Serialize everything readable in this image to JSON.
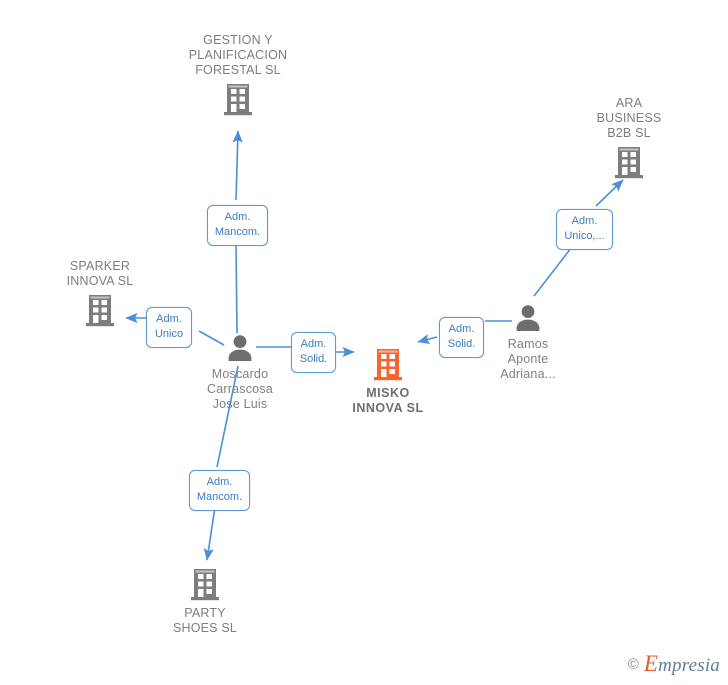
{
  "diagram": {
    "title": "MISKO INNOVA SL - corporate relations network",
    "colors": {
      "company_icon": "#7d7d7d",
      "focus_company_icon": "#f9642f",
      "person_icon": "#6e6e6e",
      "edge": "#4a8fd8",
      "chip_border": "#5a9bd5",
      "chip_text": "#3a7cc0",
      "label_text": "#808080"
    },
    "nodes": [
      {
        "id": "gestion",
        "kind": "company",
        "label": "GESTION Y\nPLANIFICACION\nFORESTAL SL",
        "icon": "building-icon",
        "focus": false,
        "label_position": "top"
      },
      {
        "id": "ara",
        "kind": "company",
        "label": "ARA\nBUSINESS\nB2B  SL",
        "icon": "building-icon",
        "focus": false,
        "label_position": "top"
      },
      {
        "id": "sparker",
        "kind": "company",
        "label": "SPARKER\nINNOVA SL",
        "icon": "building-icon",
        "focus": false,
        "label_position": "top"
      },
      {
        "id": "misko",
        "kind": "company",
        "label": "MISKO\nINNOVA  SL",
        "icon": "building-icon",
        "focus": true,
        "label_position": "bottom"
      },
      {
        "id": "party",
        "kind": "company",
        "label": "PARTY\nSHOES SL",
        "icon": "building-icon",
        "focus": false,
        "label_position": "bottom"
      },
      {
        "id": "moscardo",
        "kind": "person",
        "label": "Moscardo\nCarrascosa\nJose Luis",
        "icon": "person-icon",
        "focus": false,
        "label_position": "bottom"
      },
      {
        "id": "ramos",
        "kind": "person",
        "label": "Ramos\nAponte\nAdriana...",
        "icon": "person-icon",
        "focus": false,
        "label_position": "bottom"
      }
    ],
    "edges": [
      {
        "id": "e1",
        "from": "moscardo",
        "to": "gestion",
        "chip": "Adm.\nMancom."
      },
      {
        "id": "e2",
        "from": "moscardo",
        "to": "sparker",
        "chip": "Adm.\nUnico"
      },
      {
        "id": "e3",
        "from": "moscardo",
        "to": "misko",
        "chip": "Adm.\nSolid."
      },
      {
        "id": "e4",
        "from": "moscardo",
        "to": "party",
        "chip": "Adm.\nMancom."
      },
      {
        "id": "e5",
        "from": "ramos",
        "to": "misko",
        "chip": "Adm.\nSolid."
      },
      {
        "id": "e6",
        "from": "ramos",
        "to": "ara",
        "chip": "Adm.\nUnico,..."
      }
    ]
  },
  "watermark": {
    "copyright": "©",
    "brand_initial": "E",
    "brand_rest": "mpresia"
  }
}
